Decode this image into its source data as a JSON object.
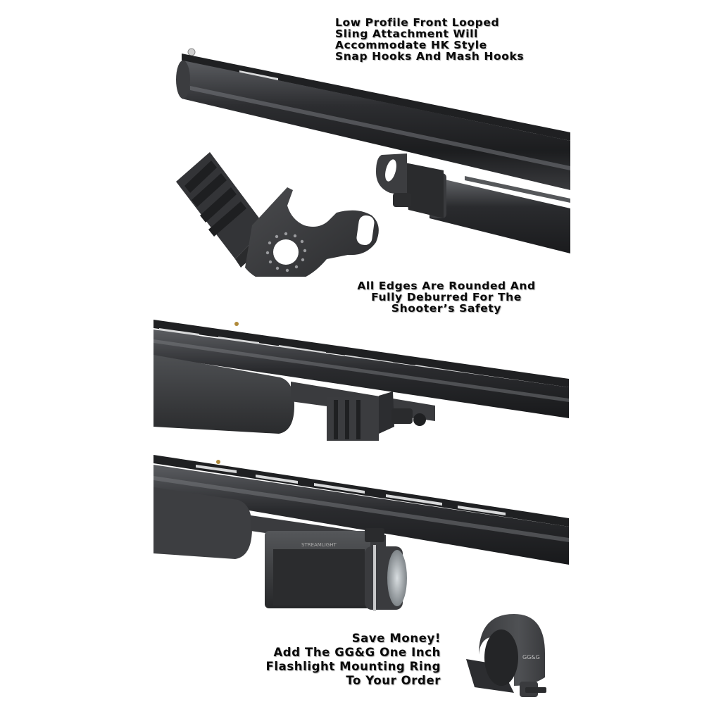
{
  "captions": {
    "top": {
      "lines": [
        "Low Profile Front Looped",
        "Sling Attachment Will",
        "Accommodate HK Style",
        "Snap Hooks And Mash Hooks"
      ]
    },
    "middle": {
      "lines": [
        "All Edges Are Rounded And",
        "Fully Deburred For The",
        "Shooter’s Safety"
      ]
    },
    "bottom": {
      "lines": [
        "Save Money!",
        "Add The GG&G One Inch",
        "Flashlight Mounting Ring",
        "To Your Order"
      ]
    }
  },
  "photos": {
    "top_barrel": {
      "label": "shotgun-barrel-with-sling-attachment"
    },
    "sling_mount": {
      "label": "sling-attachment-with-rail"
    },
    "rail_barrel": {
      "label": "shotgun-with-rail-mount"
    },
    "light_barrel": {
      "label": "shotgun-with-weapon-light"
    },
    "ring": {
      "label": "one-inch-flashlight-ring",
      "engraving": "GG&G"
    }
  },
  "colors": {
    "background": "#ffffff",
    "text": "#0a0a0a",
    "metal_dark": "#2b2c2e",
    "metal_mid": "#4a4b4e",
    "metal_light": "#8a8c90"
  }
}
